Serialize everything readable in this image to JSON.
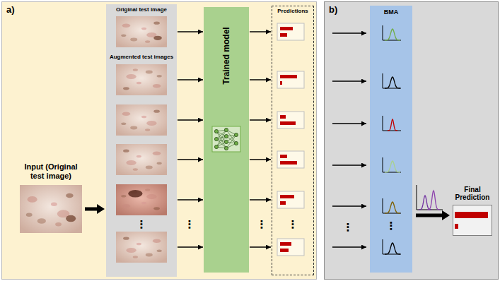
{
  "diagram": {
    "nodes": [
      {
        "text": [
          "a)"
        ]
      },
      {
        "text": [
          "Original test image",
          "Augmented test images"
        ],
        "in": 0
      },
      {
        "text": [
          "Trained model"
        ],
        "in": 0
      },
      {
        "text": [
          "Predictions"
        ],
        "in": 0
      },
      {
        "text": [
          "b)"
        ]
      },
      {
        "text": [
          "BMA"
        ],
        "in": 4
      },
      {
        "text": [
          "Final Prediction"
        ],
        "in": 4
      }
    ],
    "edges": [
      {
        "from": 1,
        "to": 2,
        "arrow": "to"
      },
      {
        "from": 1,
        "to": 2,
        "arrow": "to"
      },
      {
        "from": 1,
        "to": 2,
        "arrow": "to"
      },
      {
        "from": 1,
        "to": 2,
        "arrow": "to"
      },
      {
        "from": 1,
        "to": 2,
        "arrow": "to"
      },
      {
        "from": 1,
        "to": 2,
        "arrow": "to"
      },
      {
        "from": 2,
        "to": 3,
        "arrow": "to"
      },
      {
        "from": 2,
        "to": 3,
        "arrow": "to"
      },
      {
        "from": 2,
        "to": 3,
        "arrow": "to"
      },
      {
        "from": 2,
        "to": 3,
        "arrow": "to"
      },
      {
        "from": 2,
        "to": 3,
        "arrow": "to"
      },
      {
        "from": 2,
        "to": 3,
        "arrow": "to"
      }
    ],
    "labels": [
      "Input (Original test image)",
      "⋮",
      "⋮",
      "⋮",
      "⋮",
      "⋮",
      "⋮"
    ]
  }
}
